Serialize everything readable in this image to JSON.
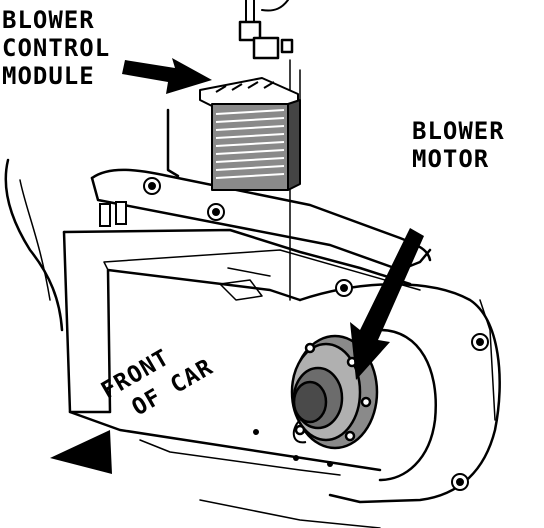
{
  "labels": {
    "blower_control_module": [
      "BLOWER",
      "CONTROL",
      "MODULE"
    ],
    "blower_motor": [
      "BLOWER",
      "MOTOR"
    ],
    "front_of_car": [
      "FRONT",
      "OF CAR"
    ]
  },
  "colors": {
    "ink": "#000000",
    "paper": "#ffffff",
    "shade": "#8a8a8a"
  }
}
